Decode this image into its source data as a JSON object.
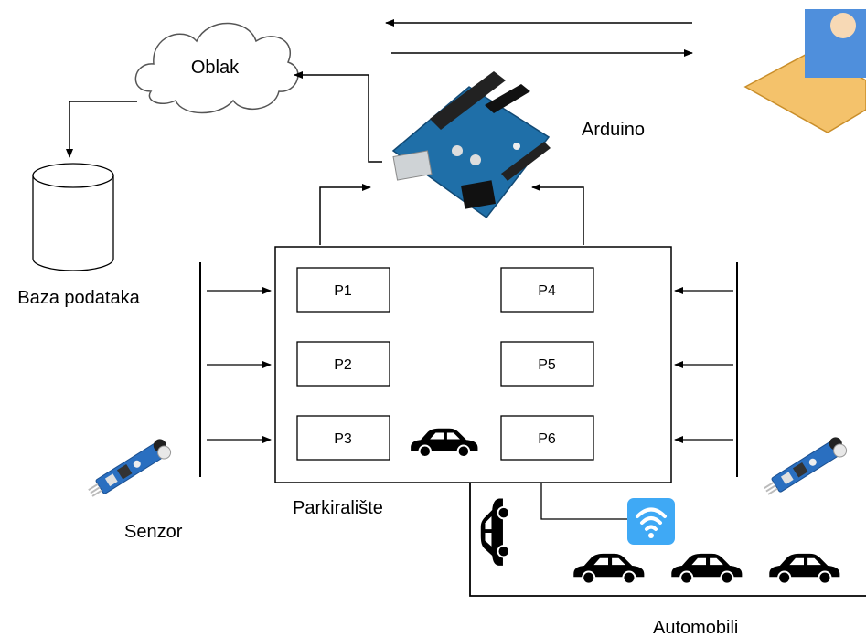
{
  "labels": {
    "cloud": "Oblak",
    "database": "Baza podataka",
    "arduino": "Arduino",
    "parking": "Parkiralište",
    "sensor": "Senzor",
    "cars": "Automobili"
  },
  "slots": [
    "P1",
    "P2",
    "P3",
    "P4",
    "P5",
    "P6"
  ],
  "icons": {
    "cloud": "cloud-icon",
    "database": "database-icon",
    "arduino": "arduino-board-icon",
    "user": "user-computer-icon",
    "sensor": "ir-sensor-icon",
    "wifi": "wifi-icon",
    "car": "car-icon"
  },
  "colors": {
    "arduino_board": "#1f6fa8",
    "wifi_tile": "#3fa9f5",
    "sensor_board": "#2a6fc0",
    "user_desk": "#f4c26b",
    "user_shirt": "#4f8fdc"
  }
}
